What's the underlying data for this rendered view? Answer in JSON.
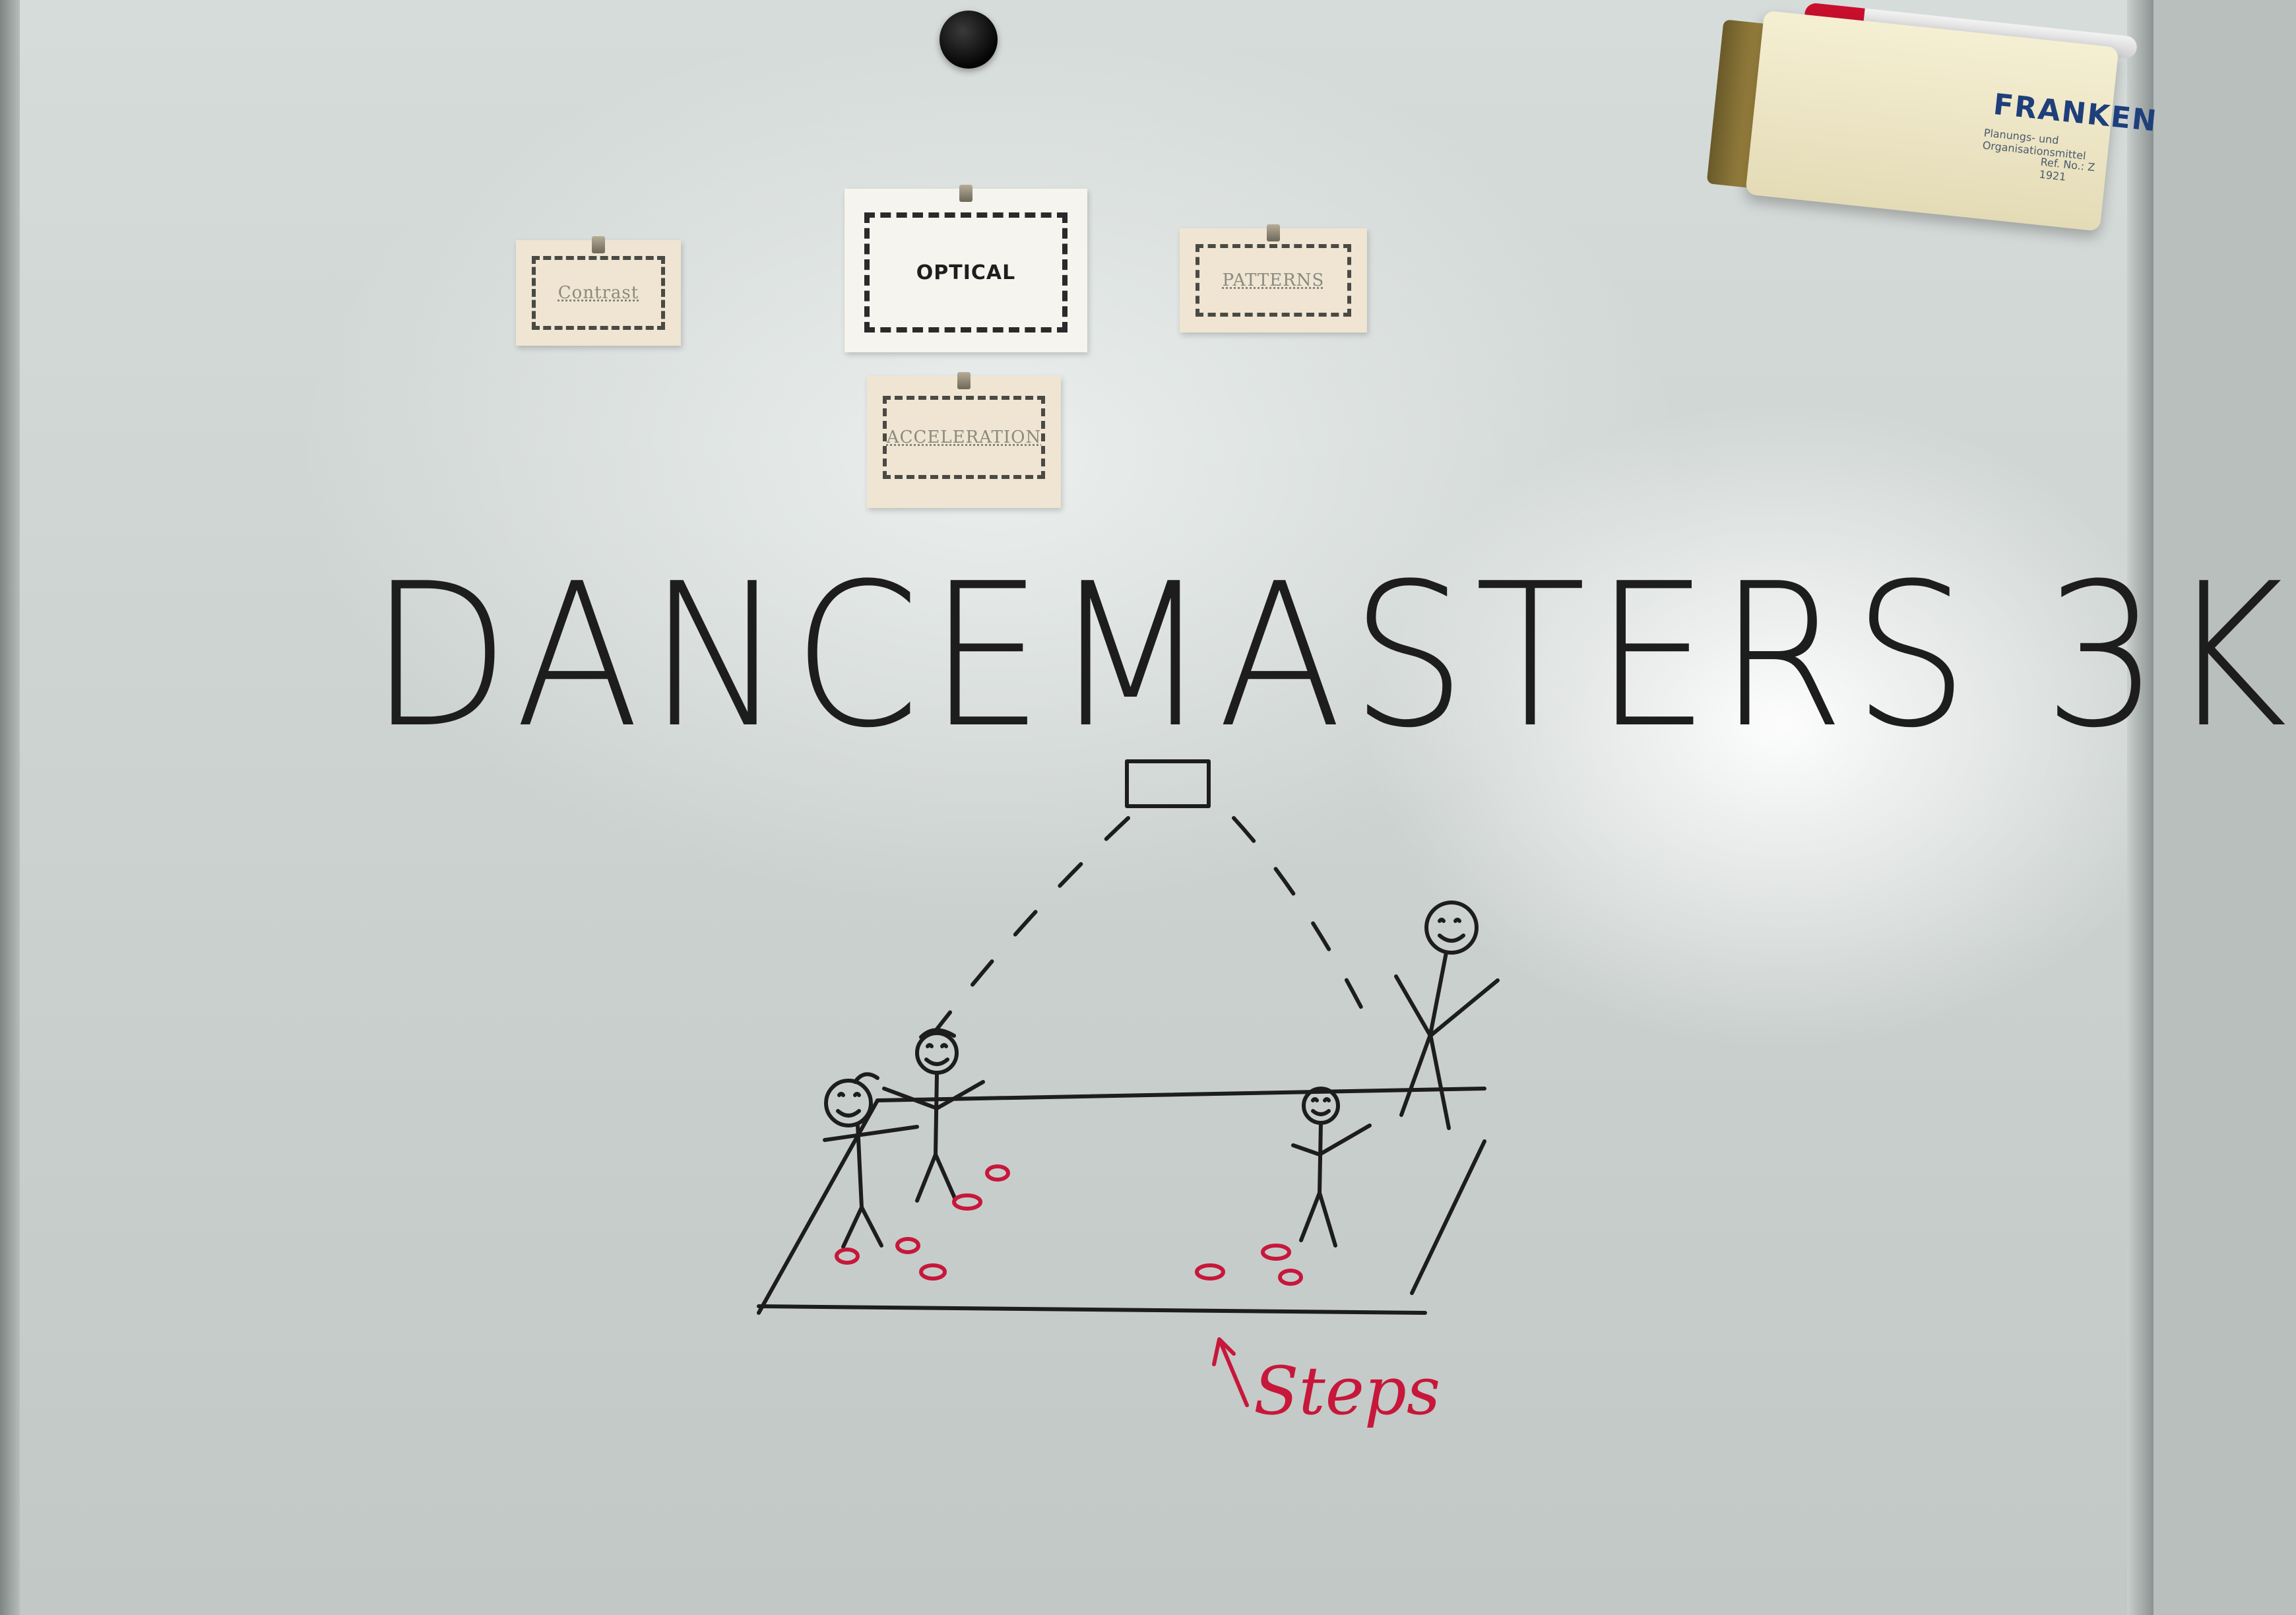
{
  "board": {
    "title": "DANCEMASTERS 3K",
    "annotation": "Steps"
  },
  "cards": {
    "contrast": "Contrast",
    "optical": "OPTICAL",
    "patterns": "PATTERNS",
    "acceleration": "ACCELERATION"
  },
  "eraser": {
    "brand": "FRANKEN",
    "subtitle": "Planungs- und Organisationsmittel",
    "ref": "Ref. No.: Z 1921"
  },
  "colors": {
    "ink_black": "#1d1d1d",
    "ink_red": "#c7173a",
    "board": "#cdd3d1"
  }
}
